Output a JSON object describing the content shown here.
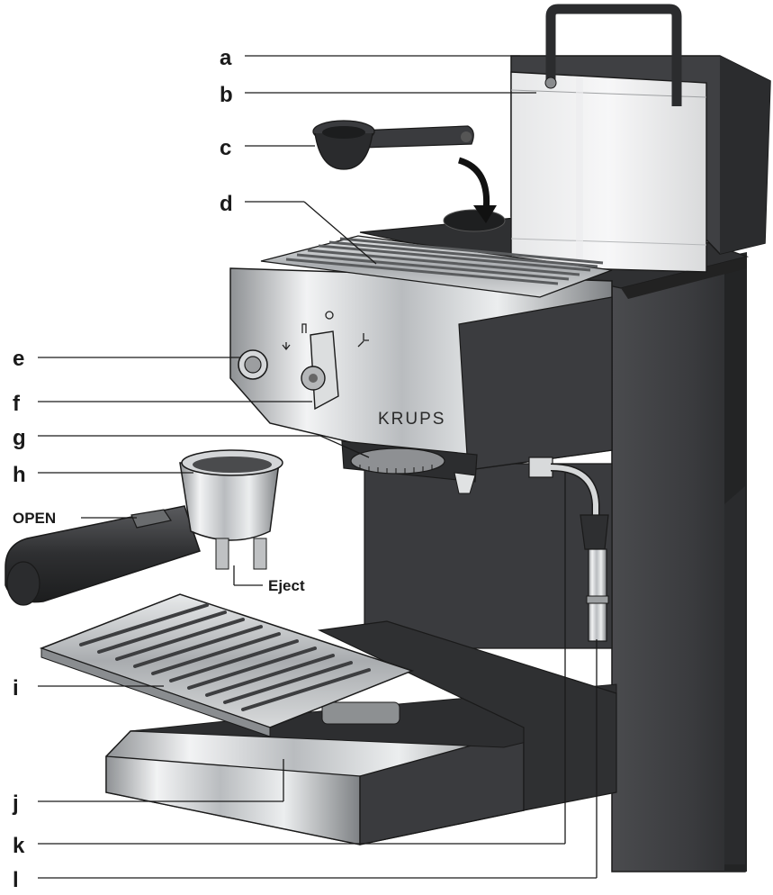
{
  "brand": "KRUPS",
  "callouts": {
    "a": "a",
    "b": "b",
    "c": "c",
    "d": "d",
    "e": "e",
    "f": "f",
    "g": "g",
    "h": "h",
    "open": "OPEN",
    "eject": "Eject",
    "i": "i",
    "j": "j",
    "k": "k",
    "l": "l"
  },
  "colors": {
    "body_dark": "#3c3d40",
    "body_darker": "#2b2c2e",
    "steel": "#c9cbcd",
    "outline": "#1a1a1a"
  }
}
